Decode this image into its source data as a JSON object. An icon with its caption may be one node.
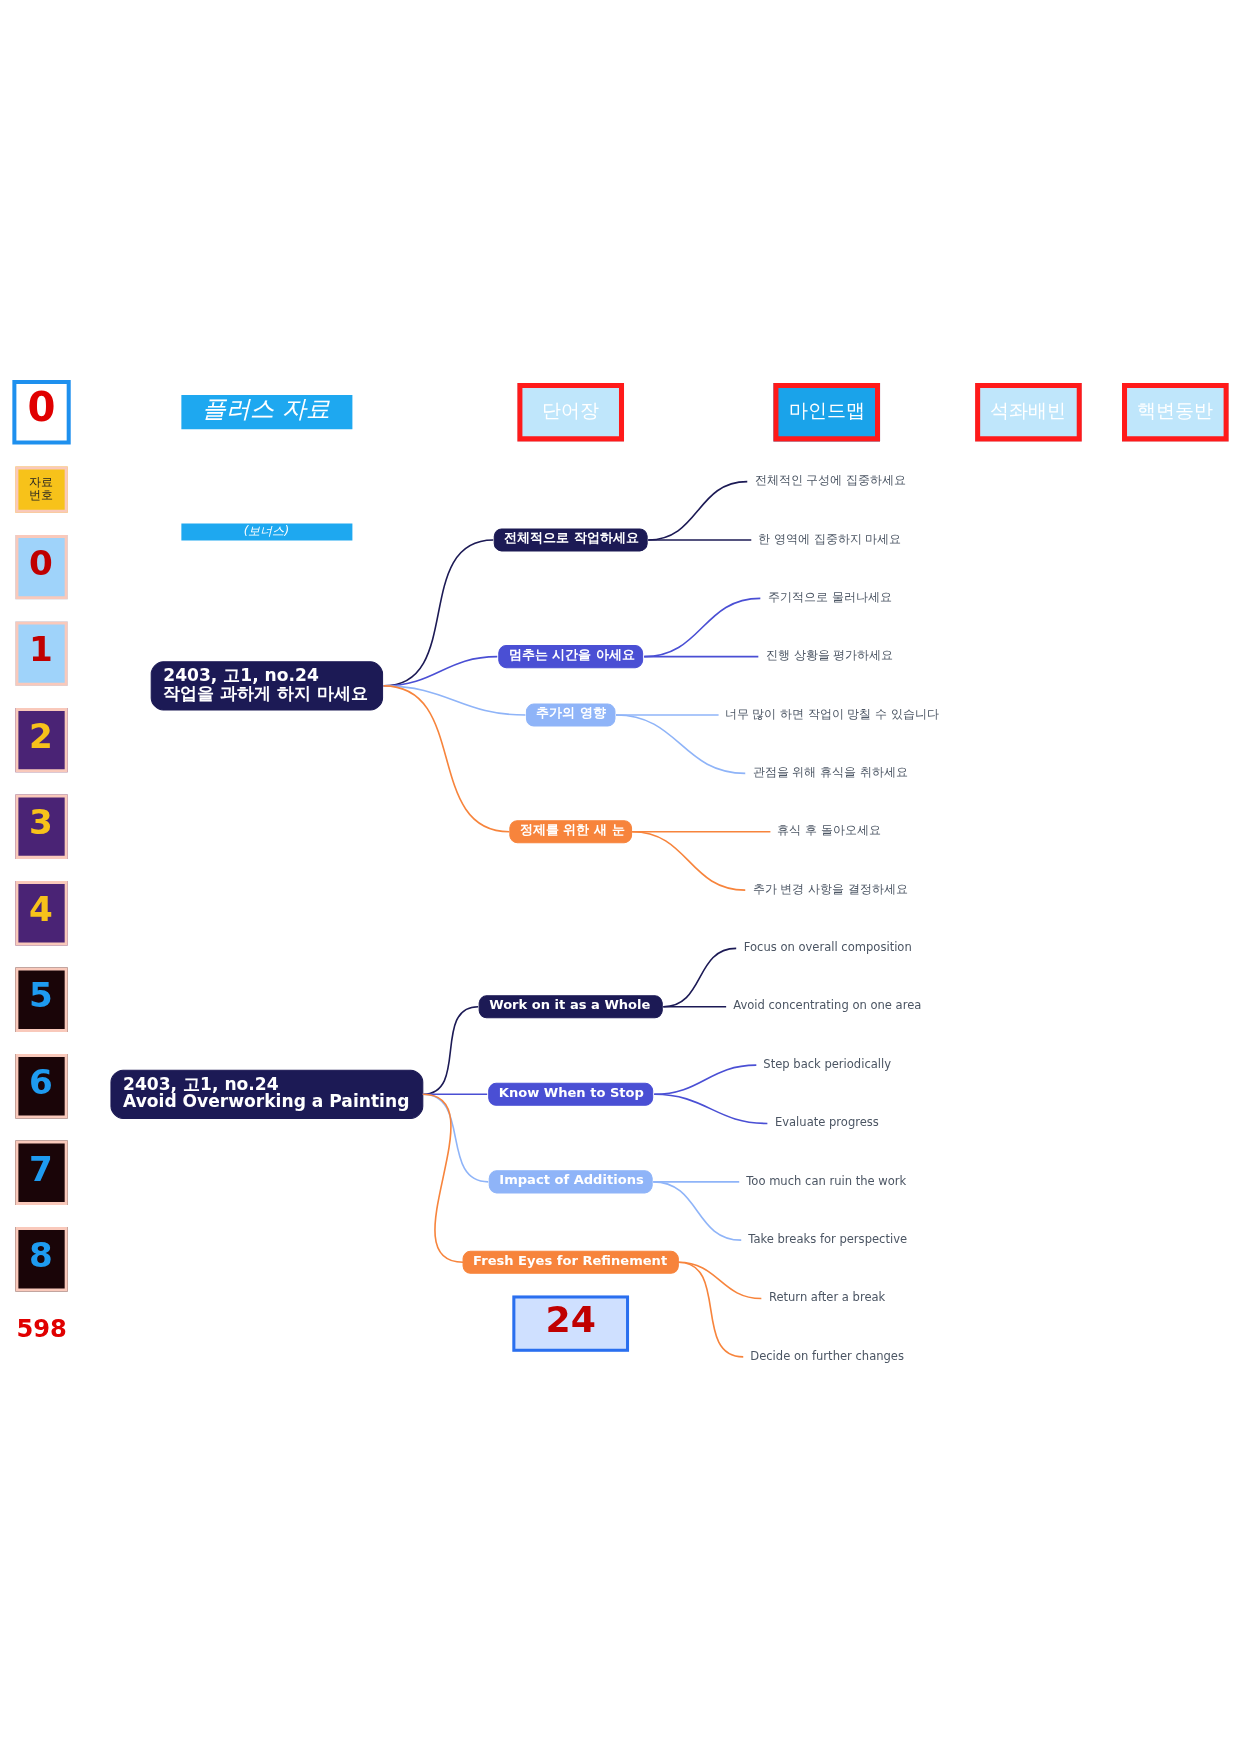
{
  "diagram": {
    "nodes": [
      {
        "text": [
          "2403, 고1, no.24",
          "작업을 과하게 하지 마세요"
        ]
      },
      {
        "text": [
          "전체적으로 작업하세요"
        ]
      },
      {
        "text": [
          "전체적인 구성에 집중하세요"
        ]
      },
      {
        "text": [
          "한 영역에 집중하지 마세요"
        ]
      },
      {
        "text": [
          "멈추는 시간을 아세요"
        ]
      },
      {
        "text": [
          "주기적으로 물러나세요"
        ]
      },
      {
        "text": [
          "진행 상황을 평가하세요"
        ]
      },
      {
        "text": [
          "추가의 영향"
        ]
      },
      {
        "text": [
          "너무 많이 하면 작업이 망칠 수 있습니다"
        ]
      },
      {
        "text": [
          "관점을 위해 휴식을 취하세요"
        ]
      },
      {
        "text": [
          "정제를 위한 새 눈"
        ]
      },
      {
        "text": [
          "휴식 후 돌아오세요"
        ]
      },
      {
        "text": [
          "추가 변경 사항을 결정하세요"
        ]
      },
      {
        "text": [
          "2403, 고1, no.24",
          "Avoid Overworking a Painting"
        ]
      },
      {
        "text": [
          "Work on it as a Whole"
        ]
      },
      {
        "text": [
          "Focus on overall composition"
        ]
      },
      {
        "text": [
          "Avoid concentrating on one area"
        ]
      },
      {
        "text": [
          "Know When to Stop"
        ]
      },
      {
        "text": [
          "Step back periodically"
        ]
      },
      {
        "text": [
          "Evaluate progress"
        ]
      },
      {
        "text": [
          "Impact of Additions"
        ]
      },
      {
        "text": [
          "Too much can ruin the work"
        ]
      },
      {
        "text": [
          "Take breaks for perspective"
        ]
      },
      {
        "text": [
          "Fresh Eyes for Refinement"
        ]
      },
      {
        "text": [
          "Return after a break"
        ]
      },
      {
        "text": [
          "Decide on further changes"
        ]
      }
    ],
    "edges": [
      {
        "from": 0,
        "to": 1,
        "arrow": "none",
        "color": "#1c1a55"
      },
      {
        "from": 1,
        "to": 2,
        "arrow": "none",
        "color": "#1c1a55"
      },
      {
        "from": 1,
        "to": 3,
        "arrow": "none",
        "color": "#1c1a55"
      },
      {
        "from": 0,
        "to": 4,
        "arrow": "none",
        "color": "#4a4fd4"
      },
      {
        "from": 4,
        "to": 5,
        "arrow": "none",
        "color": "#4a4fd4"
      },
      {
        "from": 4,
        "to": 6,
        "arrow": "none",
        "color": "#4a4fd4"
      },
      {
        "from": 0,
        "to": 7,
        "arrow": "none",
        "color": "#8fb4f8"
      },
      {
        "from": 7,
        "to": 8,
        "arrow": "none",
        "color": "#8fb4f8"
      },
      {
        "from": 7,
        "to": 9,
        "arrow": "none",
        "color": "#8fb4f8"
      },
      {
        "from": 0,
        "to": 10,
        "arrow": "none",
        "color": "#f7843c"
      },
      {
        "from": 10,
        "to": 11,
        "arrow": "none",
        "color": "#f7843c"
      },
      {
        "from": 10,
        "to": 12,
        "arrow": "none",
        "color": "#f7843c"
      },
      {
        "from": 13,
        "to": 14,
        "arrow": "none",
        "color": "#1c1a55"
      },
      {
        "from": 14,
        "to": 15,
        "arrow": "none",
        "color": "#1c1a55"
      },
      {
        "from": 14,
        "to": 16,
        "arrow": "none",
        "color": "#1c1a55"
      },
      {
        "from": 13,
        "to": 17,
        "arrow": "none",
        "color": "#4a4fd4"
      },
      {
        "from": 17,
        "to": 18,
        "arrow": "none",
        "color": "#4a4fd4"
      },
      {
        "from": 17,
        "to": 19,
        "arrow": "none",
        "color": "#4a4fd4"
      },
      {
        "from": 13,
        "to": 20,
        "arrow": "none",
        "color": "#8fb4f8"
      },
      {
        "from": 20,
        "to": 21,
        "arrow": "none",
        "color": "#8fb4f8"
      },
      {
        "from": 20,
        "to": 22,
        "arrow": "none",
        "color": "#8fb4f8"
      },
      {
        "from": 13,
        "to": 23,
        "arrow": "none",
        "color": "#f7843c"
      },
      {
        "from": 23,
        "to": 24,
        "arrow": "none",
        "color": "#f7843c"
      },
      {
        "from": 23,
        "to": 25,
        "arrow": "none",
        "color": "#f7843c"
      }
    ],
    "labels": [
      "0",
      "플러스 자료",
      "(보너스)",
      "단어장",
      "마인드맵",
      "석좌배빈",
      "핵변동반",
      "자료 번호",
      "0",
      "1",
      "2",
      "3",
      "4",
      "5",
      "6",
      "7",
      "8",
      "598",
      "24"
    ]
  }
}
